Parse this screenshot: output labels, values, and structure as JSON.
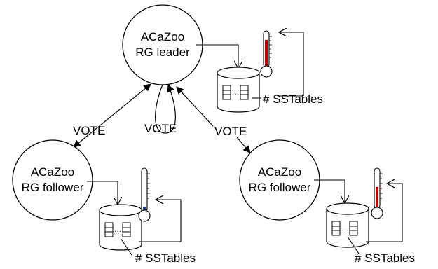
{
  "nodes": {
    "leader": {
      "line1": "ACaZoo",
      "line2": "RG leader"
    },
    "follower_left": {
      "line1": "ACaZoo",
      "line2": "RG follower"
    },
    "follower_right": {
      "line1": "ACaZoo",
      "line2": "RG follower"
    }
  },
  "labels": {
    "vote_left": "VOTE",
    "vote_self": "VOTE",
    "vote_right": "VOTE",
    "sstables_leader": "# SSTables",
    "sstables_left": "# SSTables",
    "sstables_right": "# SSTables"
  },
  "colors": {
    "leader_thermo_fill": "#c00000",
    "left_thermo_fill": "#1f3f8f",
    "right_thermo_fill": "#c00000"
  },
  "thermometer_levels": {
    "leader": 0.85,
    "follower_left": 0.12,
    "follower_right": 0.6
  }
}
